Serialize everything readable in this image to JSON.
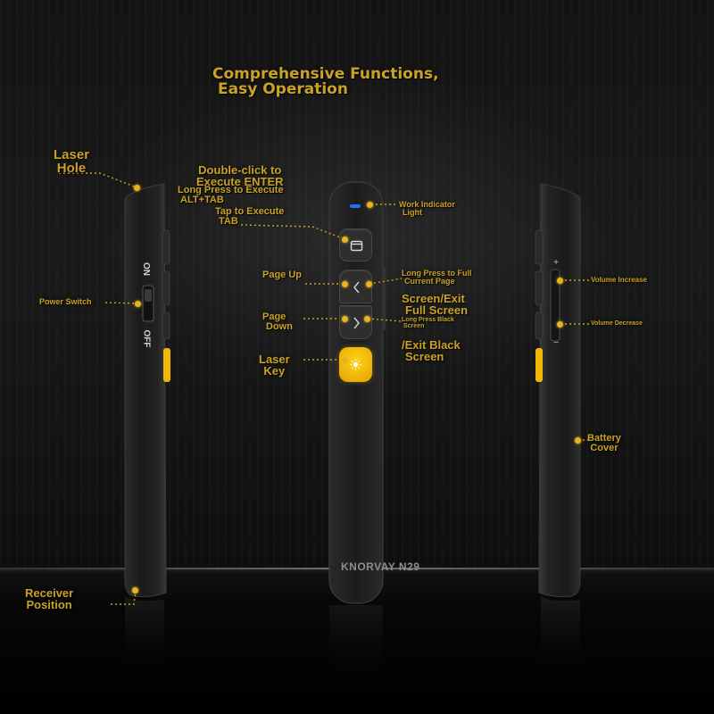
{
  "title": {
    "line1": "Comprehensive Functions,",
    "line2": "Easy Operation"
  },
  "brand": "KNORVAY N29",
  "switch": {
    "on": "ON",
    "off": "OFF"
  },
  "labels": {
    "laser_hole": {
      "line1": "Laser",
      "line2": "Hole"
    },
    "power_switch": "Power Switch",
    "receiver_position": {
      "line1": "Receiver",
      "line2": "Position"
    },
    "double_click": {
      "line1": "Double-click to",
      "line2": "Execute ENTER"
    },
    "long_press_alt": {
      "line1": "Long Press to Execute",
      "line2": "ALT+TAB"
    },
    "tap_tab": {
      "line1": "Tap to Execute",
      "line2": "TAB"
    },
    "page_up": "Page Up",
    "page_down": {
      "line1": "Page",
      "line2": "Down"
    },
    "laser_key": {
      "line1": "Laser",
      "line2": "Key"
    },
    "work_indicator": {
      "line1": "Work Indicator",
      "line2": "Light"
    },
    "long_press_full": {
      "line1": "Long Press to Full",
      "line2": "Current Page"
    },
    "screen_exit": {
      "line1": "Screen/Exit",
      "line2": "Full Screen"
    },
    "long_press_black": {
      "line1": "Long Press Black",
      "line2": "Screen"
    },
    "exit_black": {
      "line1": "/Exit Black",
      "line2": "Screen"
    },
    "volume_increase": "Volume Increase",
    "volume_decrease": "Volume Decrease",
    "battery_cover": {
      "line1": "Battery",
      "line2": "Cover"
    }
  },
  "icons": {
    "tab_button": "window-icon",
    "page_up_button": "chevron-left-icon",
    "page_down_button": "chevron-right-icon",
    "laser_button": "sun-icon",
    "volume_plus": "plus-icon",
    "volume_minus": "minus-icon"
  },
  "colors": {
    "accent": "#c9a227",
    "laser_key": "#f2b705",
    "indicator": "#1e6fff",
    "body": "#1e1e1e"
  }
}
